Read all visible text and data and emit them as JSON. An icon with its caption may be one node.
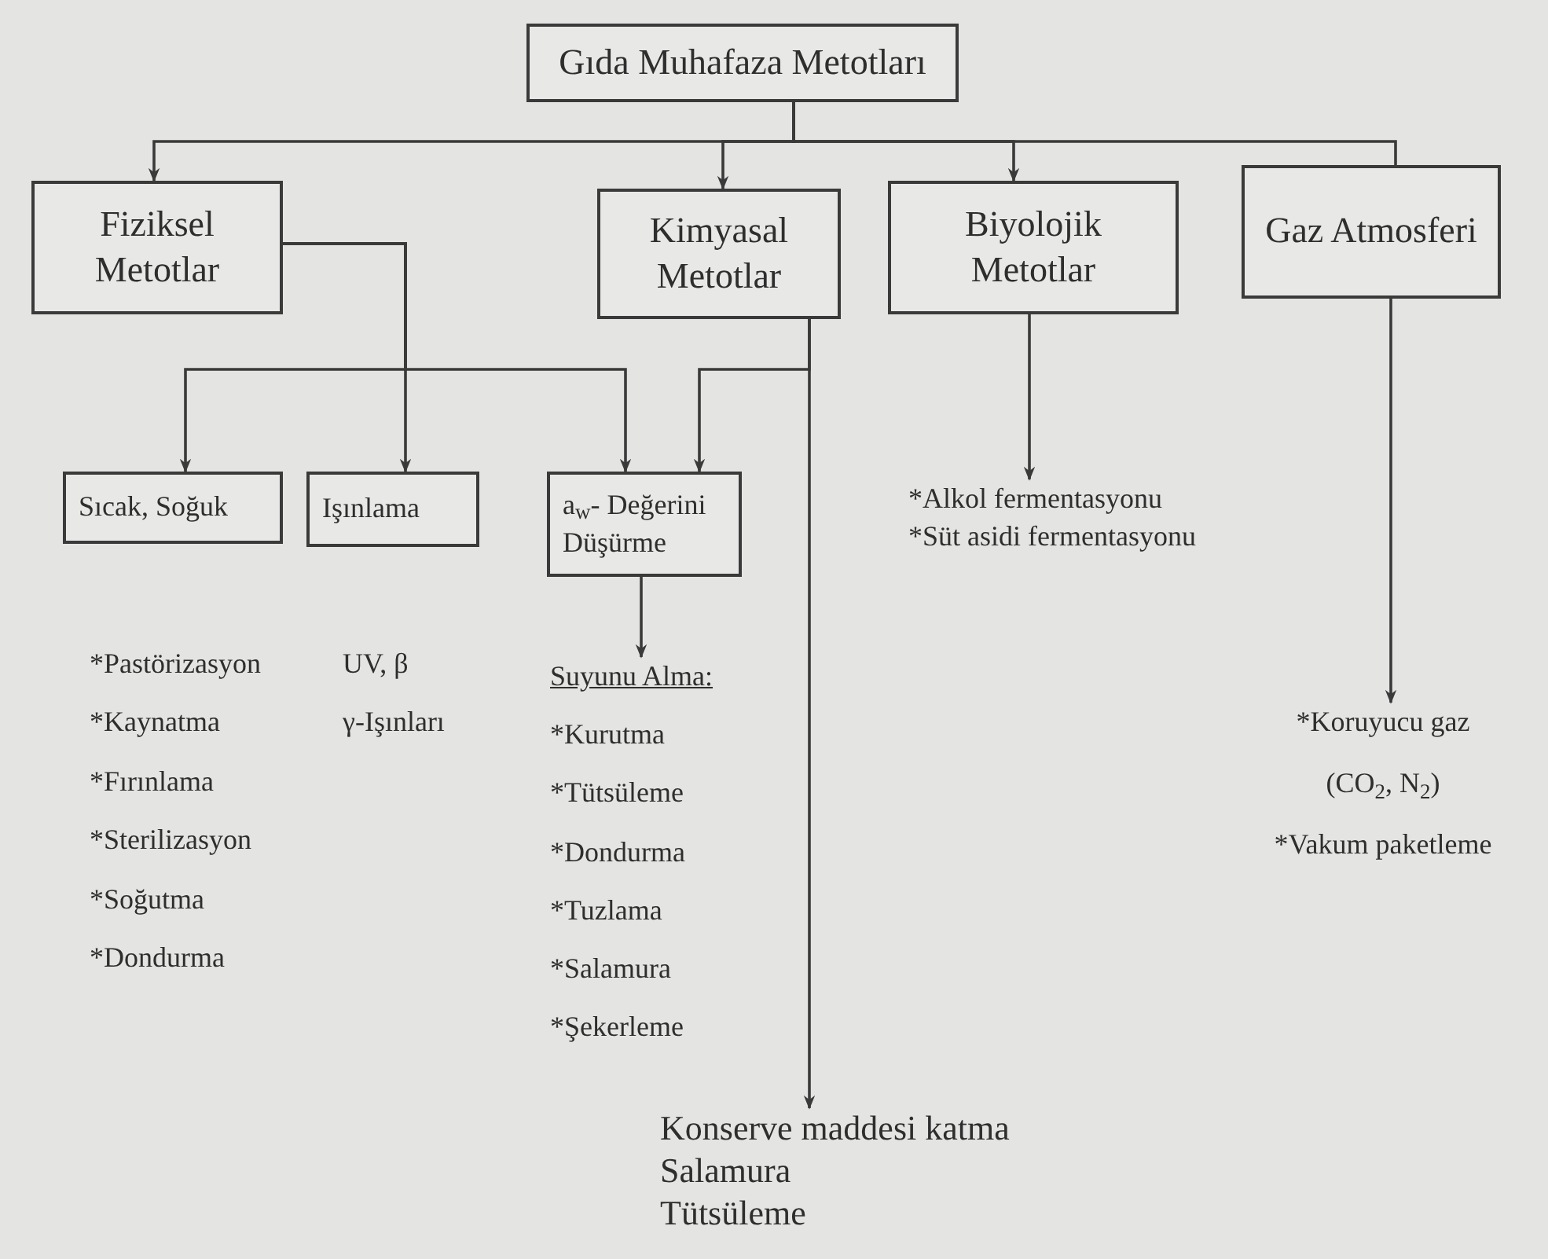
{
  "diagram": {
    "nodes": [
      {
        "text": [
          "Gıda Muhafaza Metotları"
        ]
      },
      {
        "text": [
          "Fiziksel Metotlar"
        ]
      },
      {
        "text": [
          "Kimyasal Metotlar"
        ]
      },
      {
        "text": [
          "Biyolojik Metotlar"
        ]
      },
      {
        "text": [
          "Gaz Atmosferi"
        ]
      },
      {
        "text": [
          "Sıcak, Soğuk"
        ]
      },
      {
        "text": [
          "Işınlama"
        ]
      },
      {
        "text": [
          "a$_{w}$- Değerini Düşürme"
        ]
      },
      {
        "text": [
          "Suyunu Alma:",
          "*Kurutma",
          "*Tütsüleme",
          "*Dondurma",
          "*Tuzlama",
          "*Salamura",
          "*Şekerleme"
        ]
      },
      {
        "text": [
          "*Alkol fermentasyonu",
          "*Süt asidi fermentasyonu"
        ]
      },
      {
        "text": [
          "*Koruyucu gaz",
          "(CO$_{2}$, N$_{2}$)",
          "*Vakum paketleme"
        ]
      },
      {
        "text": [
          "Konserve maddesi katma",
          "Salamura",
          "Tütsüleme"
        ]
      }
    ],
    "edges": [
      {
        "from": 0,
        "to": 1,
        "arrow": "to"
      },
      {
        "from": 0,
        "to": 2,
        "arrow": "to"
      },
      {
        "from": 0,
        "to": 3,
        "arrow": "to"
      },
      {
        "from": 0,
        "to": 4,
        "arrow": "none"
      },
      {
        "from": 1,
        "to": 5,
        "arrow": "to"
      },
      {
        "from": 1,
        "to": 6,
        "arrow": "to"
      },
      {
        "from": 1,
        "to": 7,
        "arrow": "to"
      },
      {
        "from": 2,
        "to": 7,
        "arrow": "to"
      },
      {
        "from": 2,
        "to": 11,
        "arrow": "to"
      },
      {
        "from": 3,
        "to": 9,
        "arrow": "to"
      },
      {
        "from": 4,
        "to": 10,
        "arrow": "to"
      },
      {
        "from": 7,
        "to": 8,
        "arrow": "to"
      }
    ],
    "labels": [
      "*Pastörizasyon",
      "UV, β",
      "*Kaynatma",
      "γ-Işınları",
      "*Fırınlama",
      "*Sterilizasyon",
      "*Soğutma",
      "*Dondurma"
    ]
  }
}
